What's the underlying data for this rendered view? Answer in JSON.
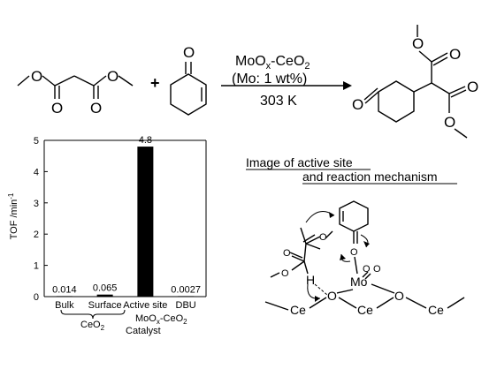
{
  "reaction": {
    "plus": "+",
    "conditions": {
      "catalyst": "MoOx-CeO2",
      "catalyst_main": "MoO",
      "catalyst_sub": "x",
      "catalyst_tail": "-CeO",
      "catalyst_tail_sub": "2",
      "loading": "(Mo: 1 wt%)",
      "temperature": "303 K"
    }
  },
  "annotation": {
    "line1": "Image of active site",
    "line2": "and reaction mechanism"
  },
  "mechanism": {
    "mo": "Mo",
    "ce": "Ce",
    "o": "O",
    "h": "H"
  },
  "chart_data": {
    "type": "bar",
    "categories": [
      "Bulk",
      "Surface",
      "Active site",
      "DBU"
    ],
    "values": [
      0.014,
      0.065,
      4.8,
      0.0027
    ],
    "value_labels": [
      "0.014",
      "0.065",
      "4.8",
      "0.0027"
    ],
    "ylabel": "TOF /min",
    "ylabel_sup": "-1",
    "ylim": [
      0,
      5
    ],
    "yticks": [
      0,
      1,
      2,
      3,
      4,
      5
    ],
    "group_labels": {
      "ceo2_main": "CeO",
      "ceo2_sub": "2",
      "active_main": "MoO",
      "active_sub": "x",
      "active_tail": "-CeO",
      "active_tail_sub": "2",
      "xaxis": "Catalyst"
    },
    "colors": {
      "bar": "#000000",
      "axis": "#000000"
    }
  }
}
